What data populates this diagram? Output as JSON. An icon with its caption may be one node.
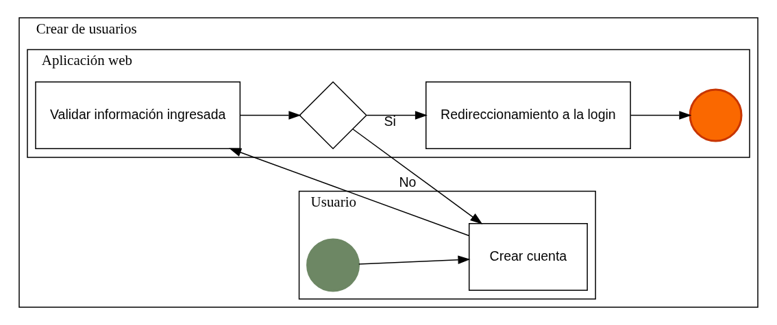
{
  "diagram": {
    "nodes": [
      {
        "text": [
          "Crear de usuarios"
        ]
      },
      {
        "text": [
          "Aplicación web"
        ],
        "in": 0
      },
      {
        "text": [
          "Usuario"
        ],
        "in": 0
      },
      {
        "text": [
          "Validar información ingresada"
        ],
        "in": 1
      },
      {
        "text": [],
        "shape": "diamond",
        "in": 1
      },
      {
        "text": [
          "Redireccionamiento a la login"
        ],
        "in": 1
      },
      {
        "text": [],
        "shape": "circle",
        "in": 1
      },
      {
        "text": [],
        "shape": "circle",
        "in": 2
      },
      {
        "text": [
          "Crear cuenta"
        ],
        "in": 2
      }
    ],
    "edges": [
      {
        "from": 7,
        "to": 8,
        "arrow": "to"
      },
      {
        "from": 8,
        "to": 3,
        "arrow": "to"
      },
      {
        "from": 3,
        "to": 4,
        "arrow": "to"
      },
      {
        "from": 4,
        "to": 5,
        "arrow": "to",
        "label": "Si"
      },
      {
        "from": 5,
        "to": 6,
        "arrow": "to"
      },
      {
        "from": 4,
        "to": 8,
        "arrow": "to",
        "label": "No"
      }
    ]
  }
}
